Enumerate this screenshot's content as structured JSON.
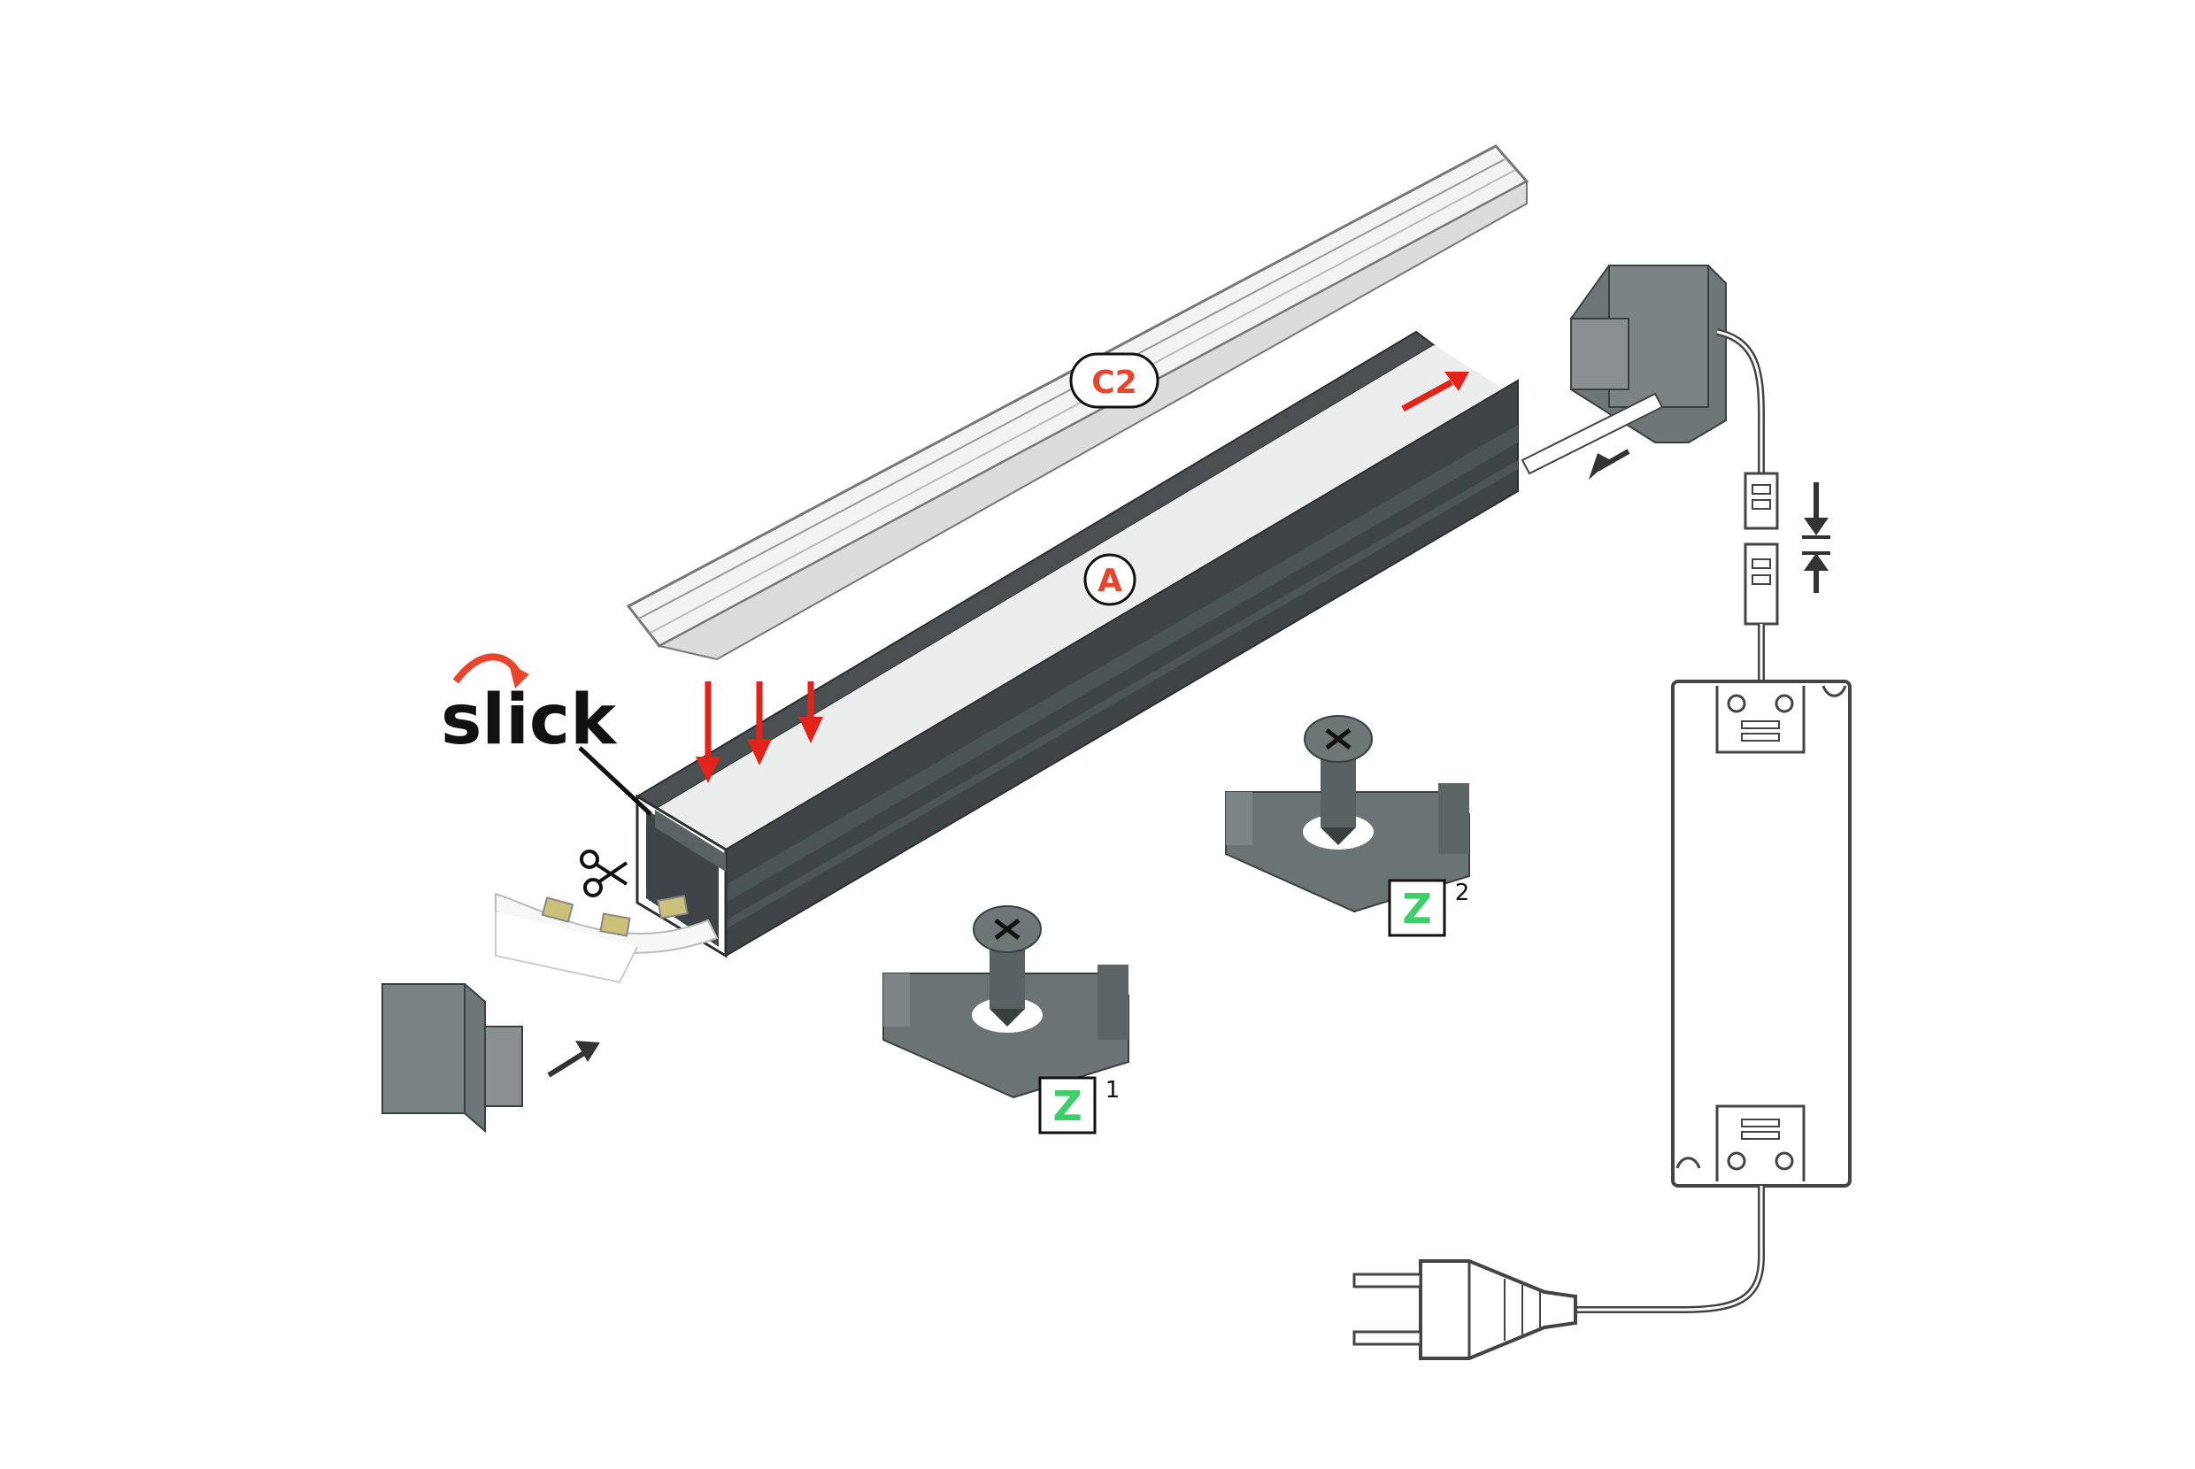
{
  "brand": {
    "name": "slick",
    "accent_color": "#e8452c"
  },
  "labels": {
    "cover": "C2",
    "profile": "A",
    "clip1_letter": "Z",
    "clip1_index": "1",
    "clip2_letter": "Z",
    "clip2_index": "2"
  },
  "colors": {
    "profile_dark": "#3f4547",
    "profile_light": "#5b6264",
    "cap_gray": "#7a8183",
    "cover_fill": "#f1f1f1",
    "outline": "#444444",
    "arrow_red": "#e2231a",
    "arrow_dark": "#333333",
    "label_red": "#e8452c",
    "label_green": "#3ecf6a"
  },
  "icons": [
    "scissors-icon",
    "screw-icon",
    "arrow-down-icon",
    "arrow-icon",
    "plug-icon",
    "power-supply-icon",
    "connector-icon"
  ]
}
